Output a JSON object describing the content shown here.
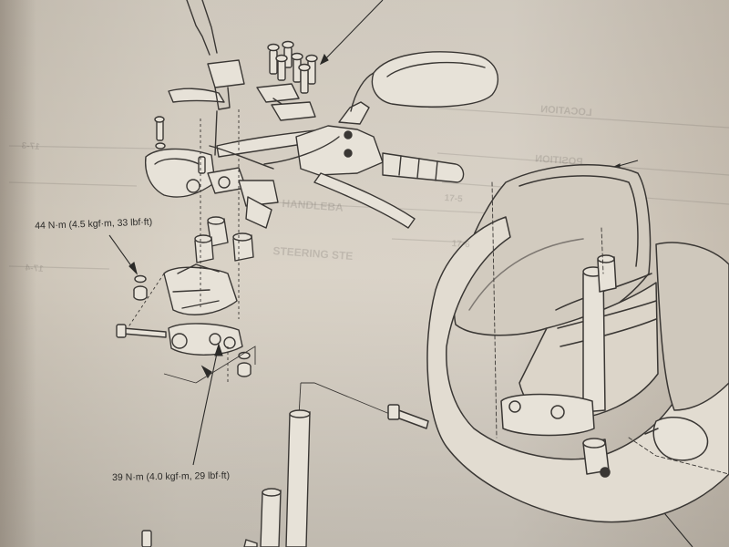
{
  "annotations": {
    "upper_torque": "44 N·m (4.5 kgf·m, 33 lbf·ft)",
    "lower_torque": "39 N·m (4.0 kgf·m, 29 lbf·ft)"
  },
  "bleed_through": {
    "t1": "LOCATION",
    "t2": "POSITION",
    "t3": "HANDLEBA",
    "t4": "STEERING STE",
    "n1": "17-5",
    "n2": "17-6",
    "n3": "17-3",
    "n4": "17-4"
  },
  "colors": {
    "paper": "#dcd6cb",
    "paper_shadow": "#a59d92",
    "ink": "#3a3734"
  }
}
